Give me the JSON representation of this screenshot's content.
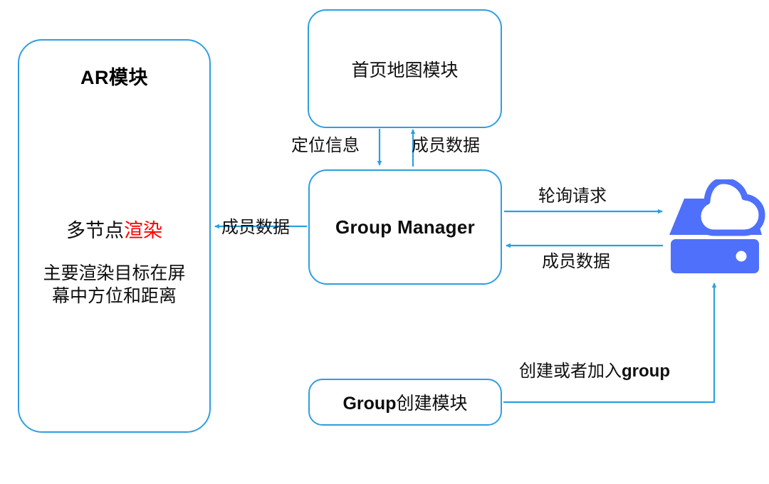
{
  "diagram": {
    "title": "AR Group Architecture",
    "colors": {
      "node_border": "#2e9fe0",
      "edge": "#2e9fe0",
      "server": "#4f70fa",
      "accent_text": "#ff0000",
      "text": "#0d0d0d",
      "background": "#ffffff"
    },
    "nodes": {
      "ar_module": {
        "title": "AR模块",
        "line1_plain": "多节点",
        "line1_accent": "渲染",
        "line2": "主要渲染目标在屏",
        "line3": "幕中方位和距离"
      },
      "map_module": {
        "label": "首页地图模块"
      },
      "group_manager": {
        "label": "Group Manager"
      },
      "group_create_module": {
        "label_en": "Group",
        "label_cn": "创建模块"
      },
      "server": {
        "label": "cloud-server-icon"
      }
    },
    "edges": [
      {
        "id": "map-to-gm",
        "label": "定位信息",
        "from": "map_module",
        "to": "group_manager",
        "direction": "down"
      },
      {
        "id": "gm-to-map",
        "label": "成员数据",
        "from": "group_manager",
        "to": "map_module",
        "direction": "up"
      },
      {
        "id": "gm-to-ar",
        "label": "成员数据",
        "from": "group_manager",
        "to": "ar_module",
        "direction": "left"
      },
      {
        "id": "gm-to-server",
        "label": "轮询请求",
        "from": "group_manager",
        "to": "server",
        "direction": "right"
      },
      {
        "id": "server-to-gm",
        "label": "成员数据",
        "from": "server",
        "to": "group_manager",
        "direction": "left"
      },
      {
        "id": "create-to-server",
        "label_cn": "创建或者加入",
        "label_en": "group",
        "from": "group_create_module",
        "to": "server",
        "direction": "right-up"
      }
    ]
  }
}
